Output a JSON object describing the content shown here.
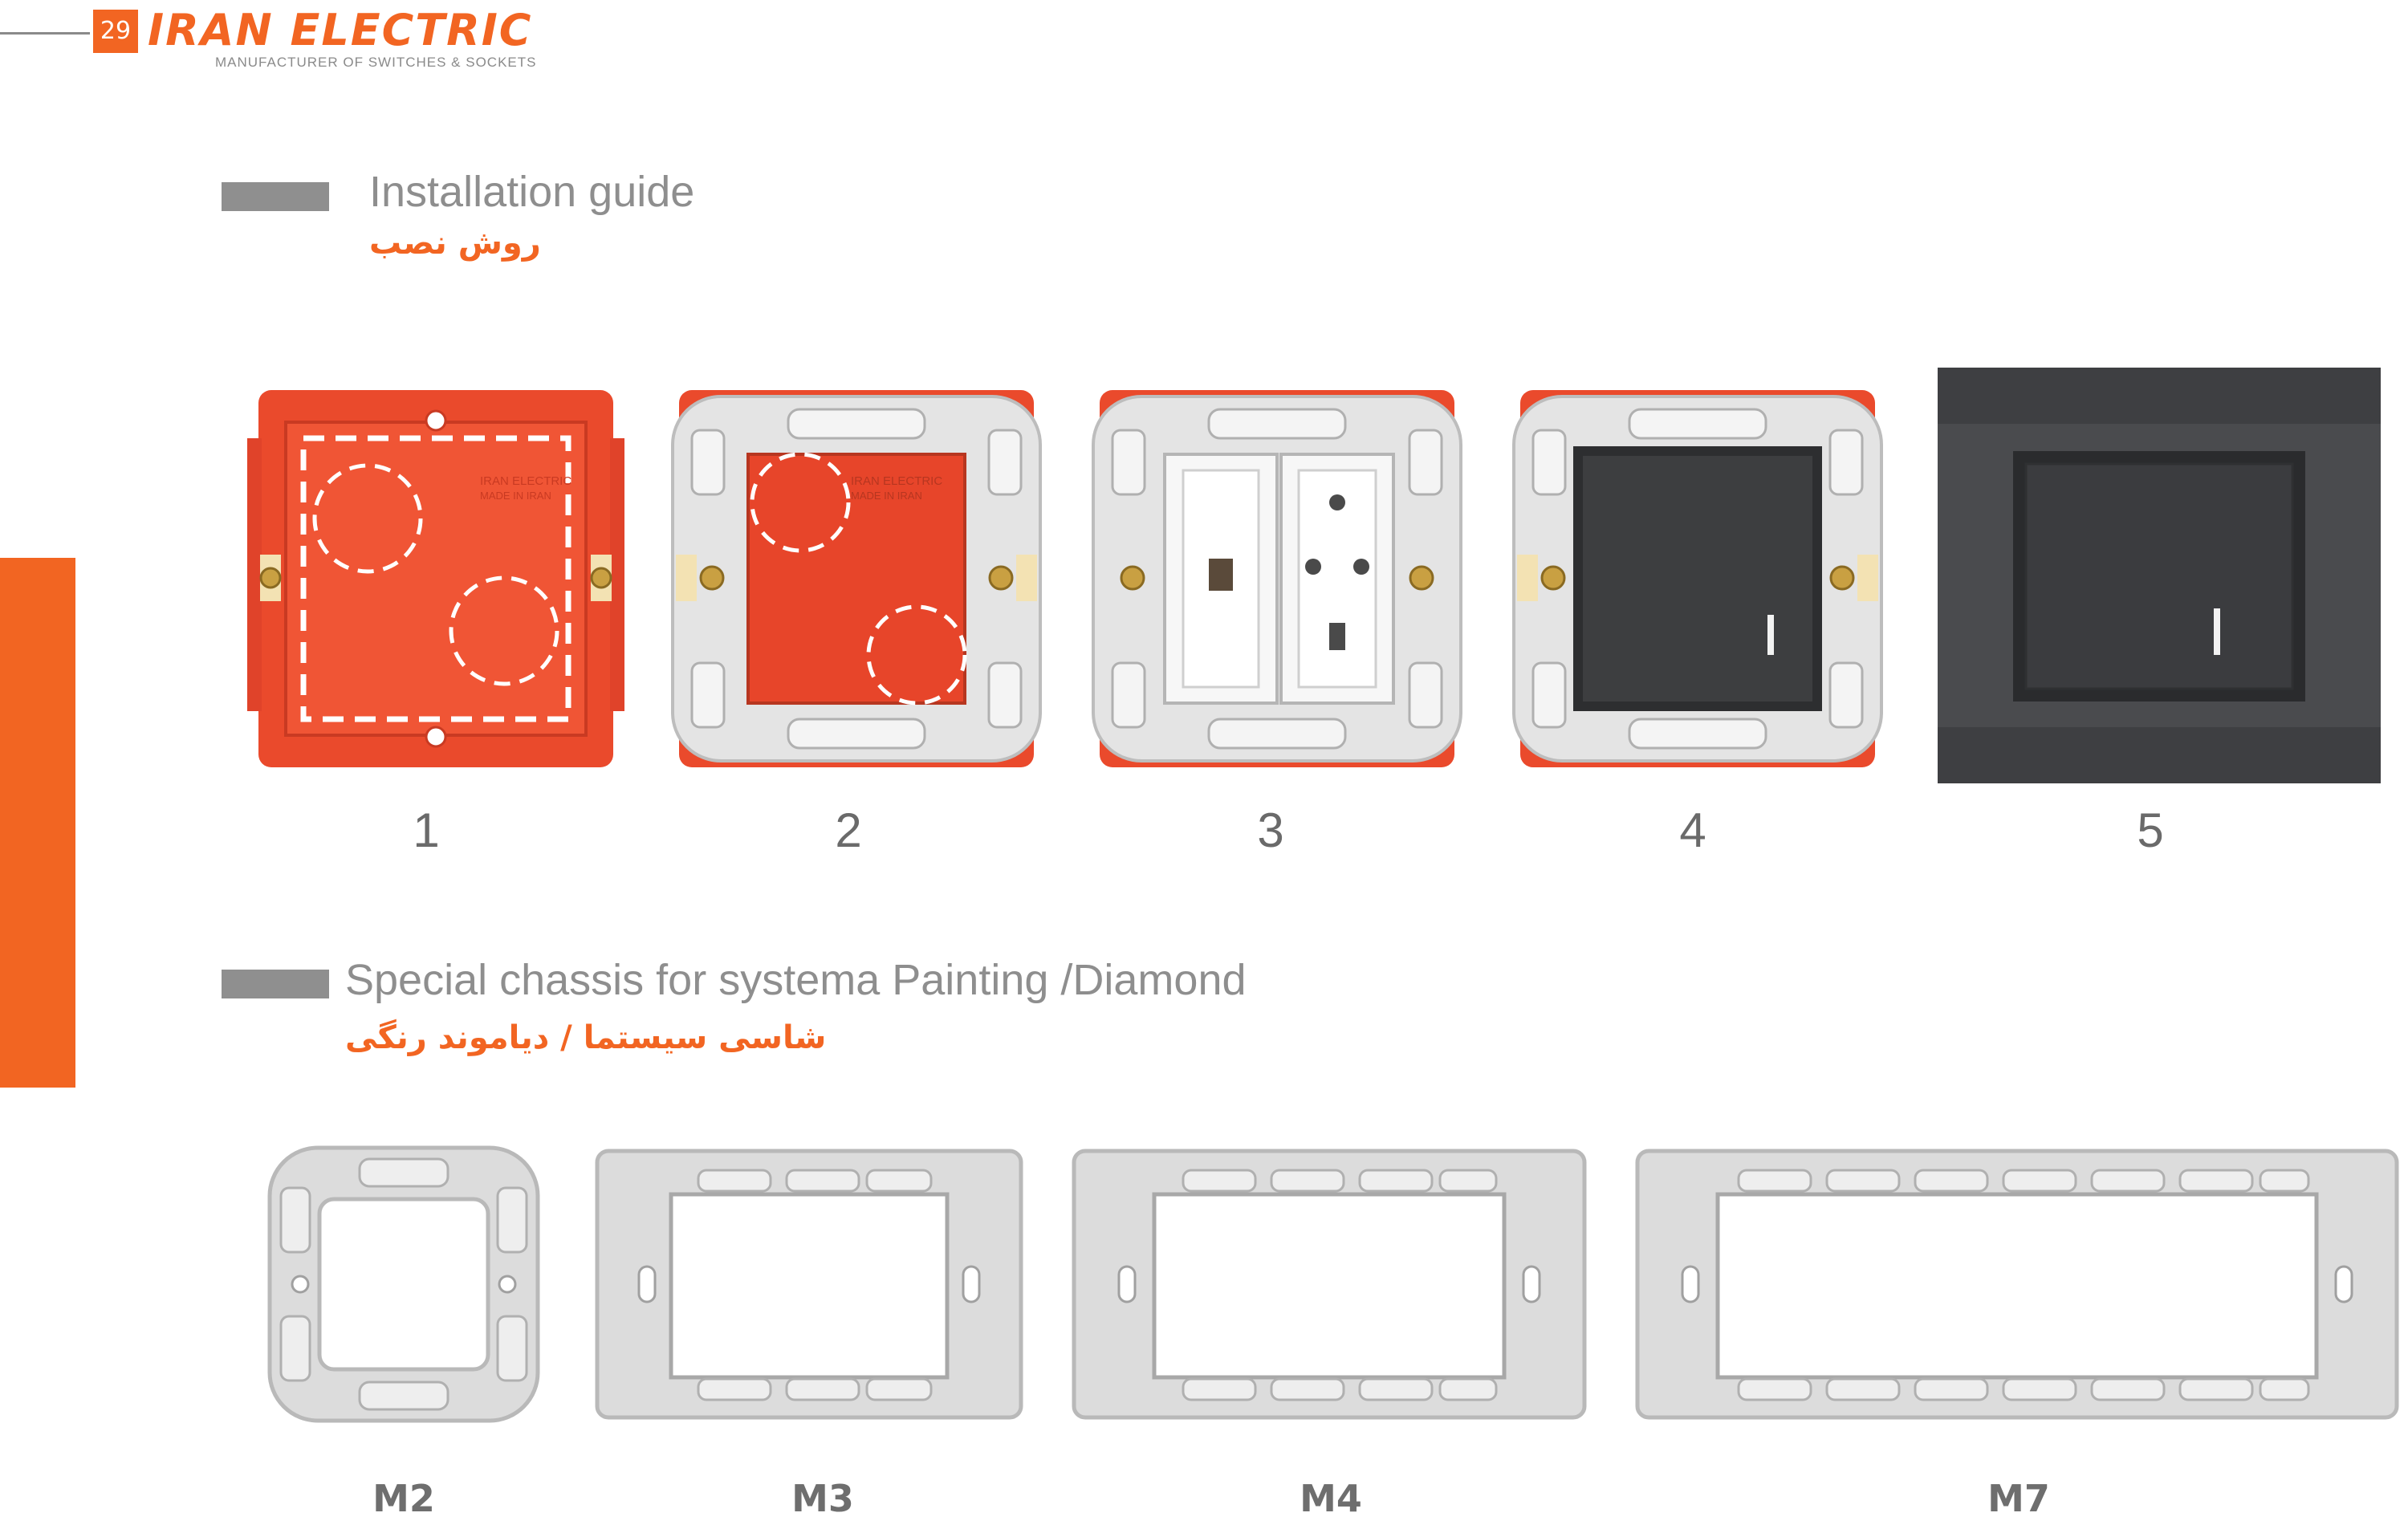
{
  "header": {
    "page_number": "29",
    "brand": "IRAN ELECTRIC",
    "tagline": "MANUFACTURER OF SWITCHES & SOCKETS"
  },
  "sections": {
    "installation": {
      "title_en": "Installation guide",
      "title_fa": "روش نصب"
    },
    "chassis": {
      "title_en": "Special chassis for systema Painting /Diamond",
      "title_fa": "شاسی سیستما / دیاموند رنگی"
    }
  },
  "steps": [
    {
      "label": "1"
    },
    {
      "label": "2"
    },
    {
      "label": "3"
    },
    {
      "label": "4"
    },
    {
      "label": "5"
    }
  ],
  "frames": [
    {
      "label": "M2"
    },
    {
      "label": "M3"
    },
    {
      "label": "M4"
    },
    {
      "label": "M7"
    }
  ],
  "box_text": {
    "line1": "IRAN ELECTRIC",
    "line2": "MADE IN IRAN"
  },
  "colors": {
    "accent": "#f26522",
    "box_red": "#ea4a2c",
    "frame_gray": "#dcdcdc",
    "switch_dark": "#3d3e40",
    "plate_dark": "#4a4b4e"
  }
}
